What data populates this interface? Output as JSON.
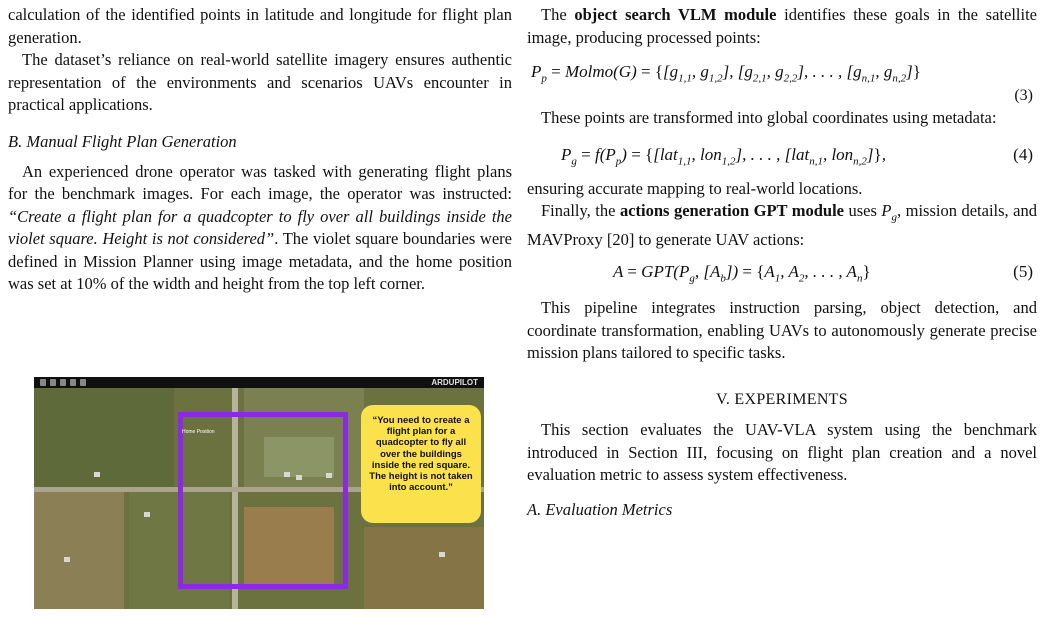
{
  "left": {
    "p1": "calculation of the identified points in latitude and longitude for flight plan generation.",
    "p2": "The dataset’s reliance on real-world satellite imagery ensures authentic representation of the environments and scenarios UAVs encounter in practical applications.",
    "heading": "B. Manual Flight Plan Generation",
    "p3_a": "An experienced drone operator was tasked with generating flight plans for the benchmark images. For each image, the operator was instructed: ",
    "p3_quote": "“Create a flight plan for a quadcopter to fly over all buildings inside the violet square. Height is not considered”",
    "p3_b": ". The violet square boundaries were defined in Mission Planner using image metadata, and the home position was set at 10% of the width and height from the top left corner."
  },
  "figure": {
    "brand": "ARDUPILOT",
    "home_label": "Home Position",
    "bubble_text": "“You need to create a flight plan for a quadcopter to fly all over the buildings inside the red square. The height is not taken into account.”",
    "violet_color": "#8a2be2",
    "bubble_color": "#fbe14b"
  },
  "right": {
    "p1_a": "The ",
    "p1_bold": "object search VLM module",
    "p1_b": " identifies these goals in the satellite image, producing processed points:",
    "eq3_num": "(3)",
    "p2": "These points are transformed into global coordinates using metadata:",
    "eq4_num": "(4)",
    "p3": "ensuring accurate mapping to real-world locations.",
    "p4_a": "Finally, the ",
    "p4_bold": "actions generation GPT module",
    "p4_b": " uses ",
    "p4_c": ", mission details, and MAVProxy [20] to generate UAV actions:",
    "eq5_num": "(5)",
    "p5": "This pipeline integrates instruction parsing, object detection, and coordinate transformation, enabling UAVs to autonomously generate precise mission plans tailored to specific tasks.",
    "section": "V. EXPERIMENTS",
    "p6": "This section evaluates the UAV-VLA system using the benchmark introduced in Section III, focusing on flight plan creation and a novel evaluation metric to assess system effectiveness.",
    "subsection": "A. Evaluation Metrics"
  }
}
